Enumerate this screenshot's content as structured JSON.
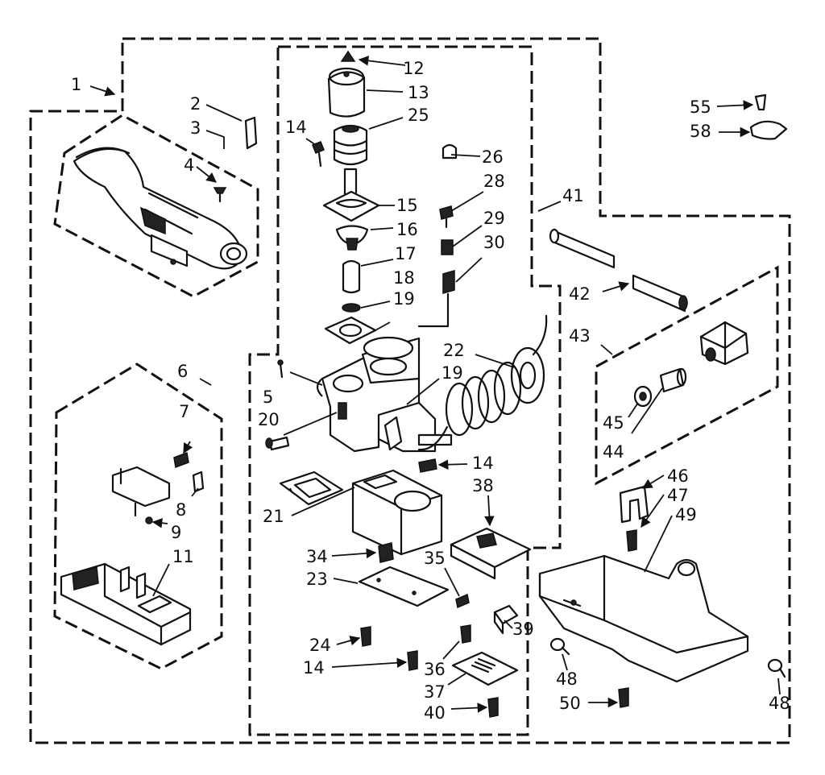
{
  "diagram": {
    "callouts": {
      "c1": "1",
      "c2": "2",
      "c3": "3",
      "c4": "4",
      "c5": "5",
      "c6": "6",
      "c7": "7",
      "c8": "8",
      "c9": "9",
      "c11": "11",
      "c12": "12",
      "c13": "13",
      "c14a": "14",
      "c14b": "14",
      "c14c": "14",
      "c15": "15",
      "c16": "16",
      "c17": "17",
      "c18": "18",
      "c19a": "19",
      "c19b": "19",
      "c20": "20",
      "c21": "21",
      "c22": "22",
      "c23": "23",
      "c24": "24",
      "c25": "25",
      "c26": "26",
      "c28": "28",
      "c29": "29",
      "c30": "30",
      "c34": "34",
      "c35": "35",
      "c36": "36",
      "c37": "37",
      "c38": "38",
      "c39": "39",
      "c40": "40",
      "c41": "41",
      "c42": "42",
      "c43": "43",
      "c44": "44",
      "c45": "45",
      "c46": "46",
      "c47": "47",
      "c48a": "48",
      "c48b": "48",
      "c49": "49",
      "c50": "50",
      "c55": "55",
      "c58": "58"
    }
  }
}
